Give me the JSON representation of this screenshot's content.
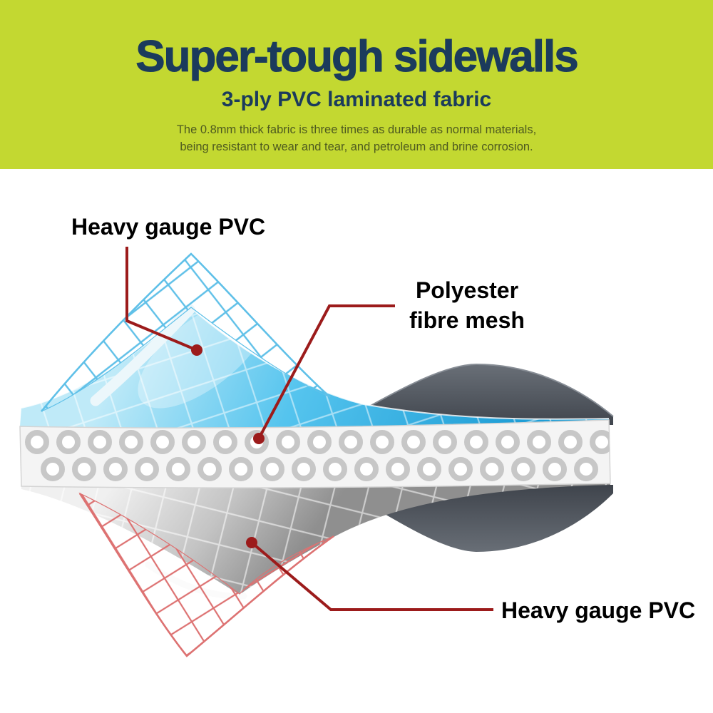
{
  "header": {
    "title": "Super-tough sidewalls",
    "subtitle": "3-ply PVC laminated fabric",
    "description": [
      "The 0.8mm thick fabric is three times as durable as normal materials,",
      "being resistant to wear and tear,  and petroleum and brine corrosion."
    ],
    "colors": {
      "background": "#c3d831",
      "title": "#1b3b5c",
      "description": "#4e5a1f"
    }
  },
  "diagram": {
    "labels": {
      "top_pvc": "Heavy gauge PVC",
      "mesh_line1": "Polyester",
      "mesh_line2": "fibre mesh",
      "bottom_pvc": "Heavy gauge PVC"
    },
    "colors": {
      "annotation_red": "#9c1b1b",
      "top_pvc_blue": "#3cb9e6",
      "blue_mesh_line": "#5fc0e8",
      "fibre_ring_gray": "#c7c7c7",
      "bottom_pvc_gray": "#b5b5b5",
      "red_mesh_line": "#dd7272",
      "back_sheet_dark": "#565c64"
    }
  }
}
